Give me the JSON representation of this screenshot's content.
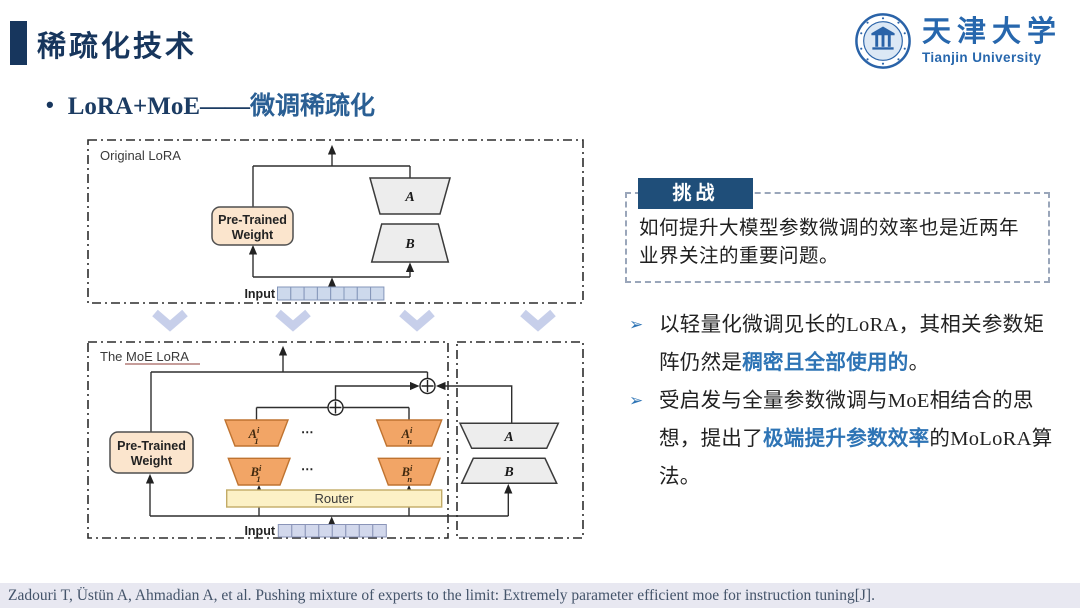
{
  "header": {
    "title": "稀疏化技术"
  },
  "logo": {
    "cn": "天津大学",
    "en": "Tianjin University",
    "seal_icon": "tianjin-university-seal"
  },
  "heading": {
    "bullet": "•",
    "serif_part": "LoRA+MoE——",
    "blue_part": "微调稀疏化"
  },
  "diagram": {
    "original": {
      "title": "Original LoRA",
      "ptw1": "Pre-Trained",
      "ptw2": "Weight",
      "a": "A",
      "b": "B",
      "input": "Input"
    },
    "moe": {
      "title_prefix": "The ",
      "title_rest": "MoE LoRA",
      "ptw1": "Pre-Trained",
      "ptw2": "Weight",
      "router": "Router",
      "input": "Input",
      "dots": "⋯",
      "a1": {
        "base": "A",
        "sup": "i",
        "sub": "1"
      },
      "an": {
        "base": "A",
        "sup": "i",
        "sub": "n"
      },
      "b1": {
        "base": "B",
        "sup": "i",
        "sub": "1"
      },
      "bn": {
        "base": "B",
        "sup": "i",
        "sub": "n"
      },
      "right_a": "A",
      "right_b": "B"
    }
  },
  "challenge": {
    "badge": "挑战",
    "text": "如何提升大模型参数微调的效率也是近两年业界关注的重要问题。"
  },
  "bullets": [
    {
      "marker": "➢",
      "segments": [
        "以轻量化微调见长的",
        "LoRA",
        "，其相关参数矩阵仍然是",
        "稠密且全部使用的",
        "。"
      ]
    },
    {
      "marker": "➢",
      "segments": [
        "受启发与全量参数微调与",
        "MoE",
        "相结合的思想，提出了",
        "极端提升参数效率",
        "的",
        "MoLoRA",
        "算法。"
      ]
    }
  ],
  "citation": "Zadouri T, Üstün A, Ahmadian A, et al. Pushing mixture of experts to the limit: Extremely parameter efficient moe for instruction tuning[J].",
  "colors": {
    "navy": "#17365d",
    "badge_navy": "#1f4e79",
    "accent_blue": "#2e74b5",
    "heading_blue": "#2a5f94",
    "expert_orange": "#f2a566",
    "ptw_peach": "#fbe5cd",
    "router_yellow": "#fcf1c6",
    "gray_trap": "#ededed",
    "chevron": "#c7cfea",
    "citation_bg": "#e8e8f1"
  }
}
